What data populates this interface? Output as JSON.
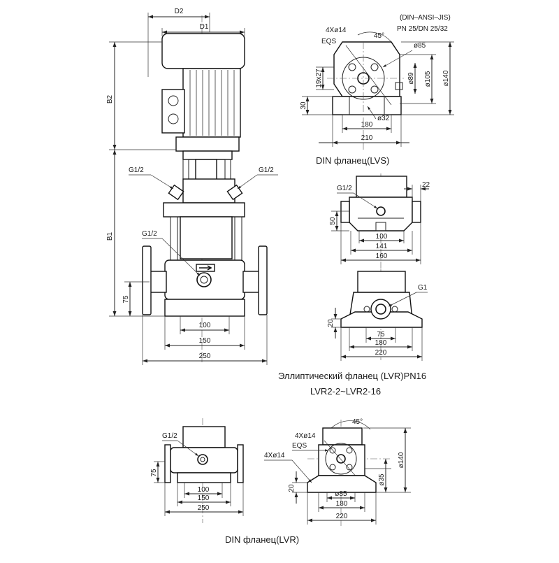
{
  "front_view": {
    "D2": "D2",
    "D1": "D1",
    "B2": "B2",
    "B1": "B1",
    "g12_left": "G1/2",
    "g12_right": "G1/2",
    "g12_mid": "G1/2",
    "d75": "75",
    "d100": "100",
    "d150": "150",
    "d250": "250"
  },
  "lvs_flange": {
    "std": "(DIN–ANSI–JIS)",
    "pn": "PN 25/DN 25/32",
    "bolts": "4Xø14",
    "eqs": "EQS",
    "angle": "45°",
    "d85": "ø85",
    "d89": "ø89",
    "d105": "ø105",
    "d140": "ø140",
    "v19x27": "19x27",
    "v30": "30",
    "d32": "ø32",
    "d180": "180",
    "d210": "210",
    "caption": "DIN фланец(LVS)"
  },
  "lvr_side": {
    "g12": "G1/2",
    "d22": "22",
    "d50": "50",
    "d100": "100",
    "d141": "141",
    "d160": "160"
  },
  "lvr_base": {
    "g1": "G1",
    "d20": "20",
    "d75": "75",
    "d180": "180",
    "d220": "220"
  },
  "lvr_caption": {
    "line1": "Эллиптический фланец (LVR)PN16",
    "line2": "LVR2-2~LVR2-16"
  },
  "din_lvr_left": {
    "g12": "G1/2",
    "d75": "75",
    "d100": "100",
    "d150": "150",
    "d250": "250"
  },
  "din_lvr_right": {
    "angle": "45°",
    "bolts1": "4Xø14",
    "eqs": "EQS",
    "bolts2": "4Xø14",
    "d140": "ø140",
    "d35": "ø35",
    "d85": "ø85",
    "d20": "20",
    "d180": "180",
    "d220": "220",
    "caption": "DIN фланец(LVR)"
  }
}
